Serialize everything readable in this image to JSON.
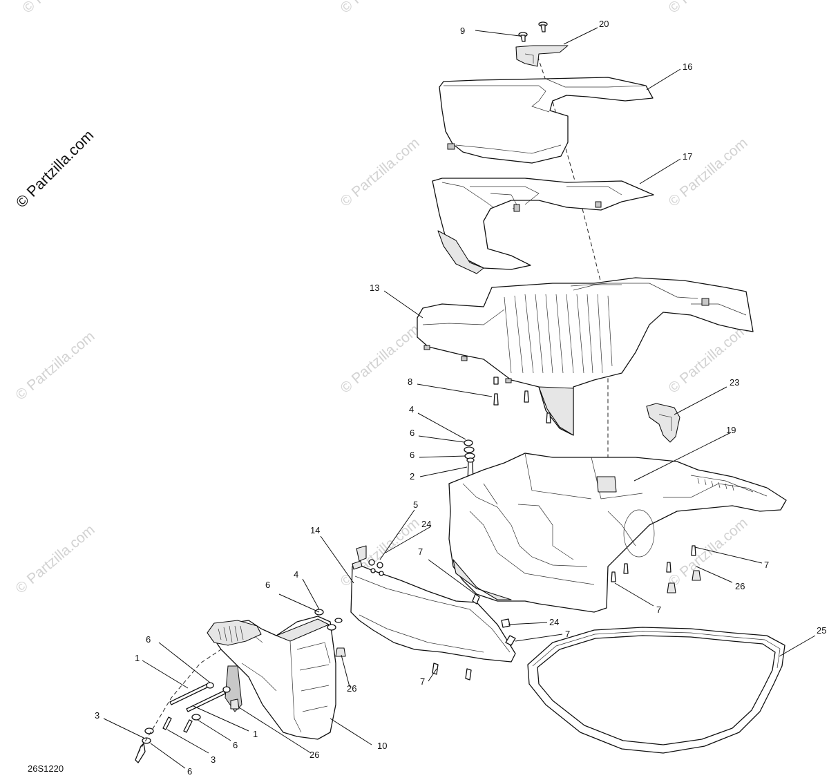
{
  "figure_code": "26S1220",
  "copyright_main": "© Partzilla.com",
  "watermark_text": "© Partzilla.com",
  "callouts": {
    "c9": "9",
    "c20": "20",
    "c16": "16",
    "c17": "17",
    "c13": "13",
    "c8": "8",
    "c23": "23",
    "c4a": "4",
    "c6a": "6",
    "c6b": "6",
    "c2": "2",
    "c19": "19",
    "c5": "5",
    "c24a": "24",
    "c14": "14",
    "c7a": "7",
    "c7b": "7",
    "c26a": "26",
    "c7c": "7",
    "c4b": "4",
    "c6c": "6",
    "c24b": "24",
    "c7d": "7",
    "c25": "25",
    "c6d": "6",
    "c1a": "1",
    "c26b": "26",
    "c7e": "7",
    "c3a": "3",
    "c6e": "6",
    "c1b": "1",
    "c26c": "26",
    "c10": "10",
    "c3b": "3",
    "c6f": "6"
  }
}
